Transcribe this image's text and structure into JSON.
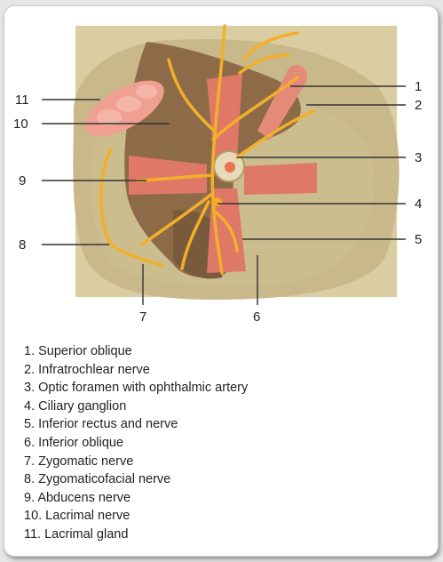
{
  "figure": {
    "callouts": [
      "1",
      "2",
      "3",
      "4",
      "5",
      "6",
      "7",
      "8",
      "9",
      "10",
      "11"
    ]
  },
  "legend": {
    "items": [
      "1. Superior oblique",
      "2. Infratrochlear nerve",
      "3. Optic foramen with ophthalmic artery",
      "4. Ciliary ganglion",
      "5. Inferior rectus and nerve",
      "6. Inferior oblique",
      "7. Zygomatic nerve",
      "8. Zygomaticofacial nerve",
      "9. Abducens nerve",
      "10. Lacrimal nerve",
      "11. Lacrimal gland"
    ]
  },
  "colors": {
    "bone": "#d8cb9e",
    "orbit_floor": "#c5b685",
    "shadow": "#8d6a48",
    "muscle": "#e0786a",
    "nerve": "#f2b02a",
    "gland": "#f0a08c"
  }
}
